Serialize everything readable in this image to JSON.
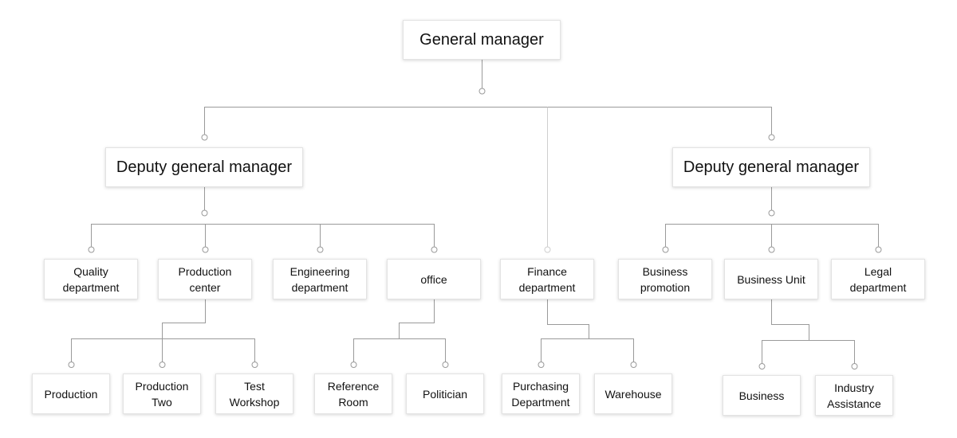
{
  "org_chart": {
    "root": {
      "id": "gm",
      "label": "General manager"
    },
    "deputies": [
      {
        "id": "dgm_left",
        "label": "Deputy general manager"
      },
      {
        "id": "dgm_right",
        "label": "Deputy general manager"
      }
    ],
    "departments": [
      {
        "id": "quality",
        "label": "Quality department",
        "lines": [
          "Quality",
          "department"
        ],
        "parent": "dgm_left"
      },
      {
        "id": "production_center",
        "label": "Production center",
        "lines": [
          "Production",
          "center"
        ],
        "parent": "dgm_left"
      },
      {
        "id": "engineering",
        "label": "Engineering department",
        "lines": [
          "Engineering",
          "department"
        ],
        "parent": "dgm_left"
      },
      {
        "id": "office",
        "label": "office",
        "lines": [
          "office"
        ],
        "parent": "dgm_left"
      },
      {
        "id": "finance",
        "label": "Finance department",
        "lines": [
          "Finance",
          "department"
        ],
        "parent": "gm"
      },
      {
        "id": "business_promotion",
        "label": "Business promotion",
        "lines": [
          "Business",
          "promotion"
        ],
        "parent": "dgm_right"
      },
      {
        "id": "business_unit",
        "label": "Business Unit",
        "lines": [
          "Business Unit"
        ],
        "parent": "dgm_right"
      },
      {
        "id": "legal",
        "label": "Legal department",
        "lines": [
          "Legal",
          "department"
        ],
        "parent": "dgm_right"
      }
    ],
    "units": [
      {
        "id": "production",
        "label": "Production",
        "lines": [
          "Production"
        ],
        "parent": "production_center"
      },
      {
        "id": "production_two",
        "label": "Production Two",
        "lines": [
          "Production",
          "Two"
        ],
        "parent": "production_center"
      },
      {
        "id": "test_workshop",
        "label": "Test Workshop",
        "lines": [
          "Test",
          "Workshop"
        ],
        "parent": "production_center"
      },
      {
        "id": "reference_room",
        "label": "Reference Room",
        "lines": [
          "Reference",
          "Room"
        ],
        "parent": "office"
      },
      {
        "id": "politician",
        "label": "Politician",
        "lines": [
          "Politician"
        ],
        "parent": "office"
      },
      {
        "id": "purchasing",
        "label": "Purchasing Department",
        "lines": [
          "Purchasing",
          "Department"
        ],
        "parent": "finance"
      },
      {
        "id": "warehouse",
        "label": "Warehouse",
        "lines": [
          "Warehouse"
        ],
        "parent": "finance"
      },
      {
        "id": "business",
        "label": "Business",
        "lines": [
          "Business"
        ],
        "parent": "business_unit"
      },
      {
        "id": "industry_assistance",
        "label": "Industry Assistance",
        "lines": [
          "Industry",
          "Assistance"
        ],
        "parent": "business_unit"
      }
    ],
    "colors": {
      "line": "#9a9a9a",
      "line_light": "#cfcfcf",
      "node_border": "#e3e3e3",
      "text": "#111111"
    }
  }
}
